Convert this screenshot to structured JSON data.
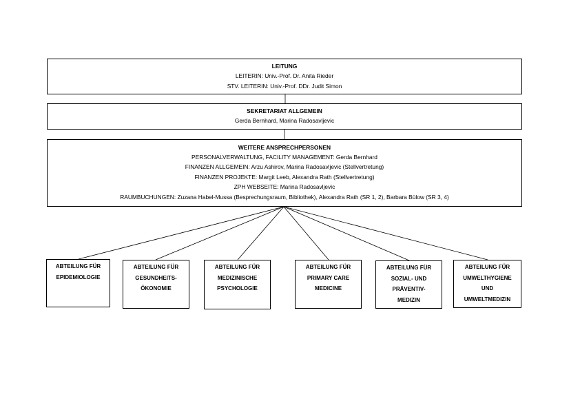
{
  "leitung": {
    "title": "LEITUNG",
    "lines": [
      "LEITERIN: Univ.-Prof. Dr. Anita Rieder",
      "STV. LEITERIN: Univ.-Prof. DDr. Judit Simon"
    ]
  },
  "sekretariat": {
    "title": "SEKRETARIAT ALLGEMEIN",
    "lines": [
      "Gerda Bernhard, Marina Radosavljevic"
    ]
  },
  "weitere": {
    "title": "WEITERE ANSPRECHPERSONEN",
    "lines": [
      "PERSONALVERWALTUNG, FACILITY MANAGEMENT: Gerda Bernhard",
      "FINANZEN ALLGEMEIN: Arzu Ashirov, Marina Radosavljevic (Stellvertretung)",
      "FINANZEN PROJEKTE: Margit Leeb, Alexandra Rath (Stellvertretung)",
      "ZPH WEBSEITE: Marina Radosavljevic",
      "RAUMBUCHUNGEN: Zuzana Habel-Mussa (Besprechungsraum, Bibliothek), Alexandra Rath (SR 1, 2), Barbara Bülow (SR 3, 4)"
    ]
  },
  "departments": [
    {
      "lines": [
        "ABTEILUNG FÜR",
        "EPIDEMIOLOGIE"
      ]
    },
    {
      "lines": [
        "ABTEILUNG FÜR",
        "GESUNDHEITS-",
        "ÖKONOMIE"
      ]
    },
    {
      "lines": [
        "ABTEILUNG FÜR",
        "MEDIZINISCHE",
        "PSYCHOLOGIE"
      ]
    },
    {
      "lines": [
        "ABTEILUNG FÜR",
        "PRIMARY CARE",
        "MEDICINE"
      ]
    },
    {
      "lines": [
        "ABTEILUNG FÜR",
        "SOZIAL- UND",
        "PRÄVENTIV-",
        "MEDIZIN"
      ]
    },
    {
      "lines": [
        "ABTEILUNG FÜR",
        "UMWELTHYGIENE",
        "UND",
        "UMWELTMEDIZIN"
      ]
    }
  ],
  "colors": {
    "line": "#000000",
    "background": "#ffffff"
  }
}
